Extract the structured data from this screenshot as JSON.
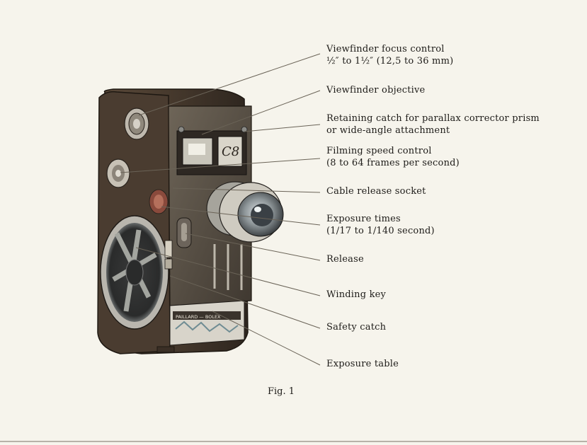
{
  "figure": {
    "caption": "Fig. 1",
    "subject": "camera",
    "callouts": [
      {
        "id": "viewfinder-focus-control",
        "line1": "Viewfinder focus control",
        "line2": "½″ to 1½″ (12,5 to 36 mm)"
      },
      {
        "id": "viewfinder-objective",
        "line1": "Viewfinder objective",
        "line2": ""
      },
      {
        "id": "retaining-catch",
        "line1": "Retaining catch for parallax corrector prism",
        "line2": "or wide-angle attachment"
      },
      {
        "id": "filming-speed-control",
        "line1": "Filming speed control",
        "line2": "(8 to 64 frames per second)"
      },
      {
        "id": "cable-release-socket",
        "line1": "Cable release socket",
        "line2": ""
      },
      {
        "id": "exposure-times",
        "line1": "Exposure times",
        "line2": "(1/17 to 1/140 second)"
      },
      {
        "id": "release",
        "line1": "Release",
        "line2": ""
      },
      {
        "id": "winding-key",
        "line1": "Winding key",
        "line2": ""
      },
      {
        "id": "safety-catch",
        "line1": "Safety catch",
        "line2": ""
      },
      {
        "id": "exposure-table",
        "line1": "Exposure table",
        "line2": ""
      }
    ],
    "camera_markings": {
      "badge": "C8",
      "brand_plate": "PAILLARD — BOLEX"
    }
  }
}
